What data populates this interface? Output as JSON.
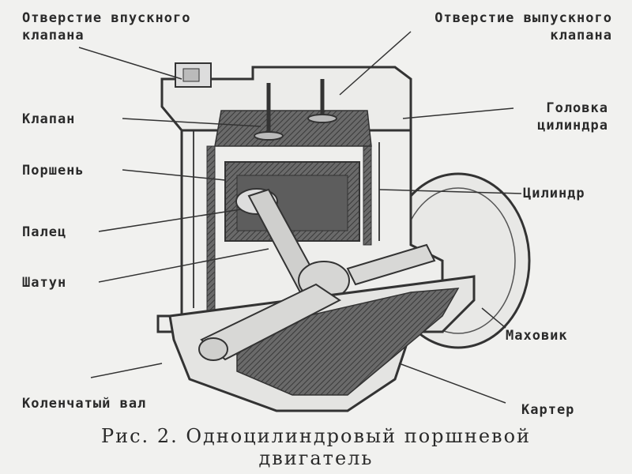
{
  "labels": {
    "intake_port": [
      "Отверстие впускного",
      "клапана"
    ],
    "exhaust_port": [
      "Отверстие выпускного",
      "клапана"
    ],
    "valve": "Клапан",
    "cylinder_head": [
      "Головка",
      "цилиндра"
    ],
    "piston": "Поршень",
    "cylinder": "Цилиндр",
    "pin": "Палец",
    "connecting_rod": "Шатун",
    "flywheel": "Маховик",
    "crankshaft": "Коленчатый вал",
    "crankcase": "Картер"
  },
  "caption": [
    "Рис. 2. Одноцилиндровый поршневой",
    "двигатель"
  ]
}
